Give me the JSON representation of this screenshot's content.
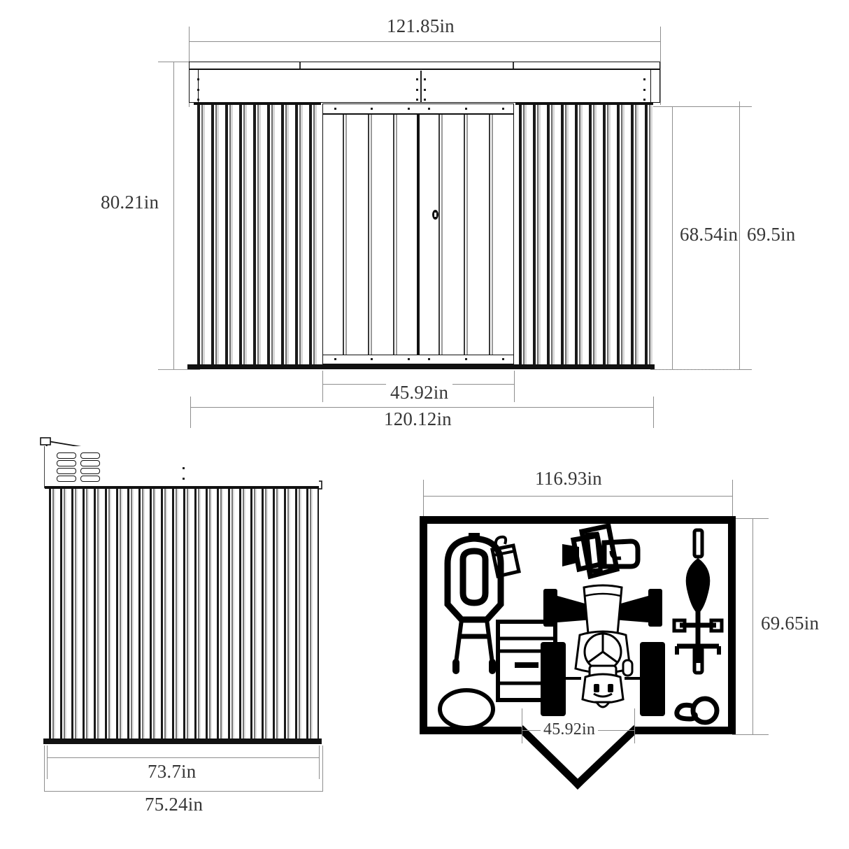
{
  "drawing": {
    "title": "Metal Storage Shed Dimension Drawing",
    "units": "in",
    "line_color": "#8e8e8e",
    "text_color": "#363636",
    "ink_color": "#111111"
  },
  "views": {
    "front_elevation": {
      "name": "front-elevation",
      "dimensions": {
        "roof_overall_width": "121.85in",
        "overall_height": "80.21in",
        "wall_height_right": "68.54in",
        "roof_height_right": "69.5in",
        "door_width": "45.92in",
        "base_width": "120.12in"
      },
      "features": {
        "door_leaves": 2,
        "door_handle": "latch-handle",
        "siding": "corrugated-metal"
      }
    },
    "side_elevation": {
      "name": "side-elevation",
      "dimensions": {
        "base_width": "73.7in",
        "overall_width": "75.24in"
      },
      "features": {
        "roof": "sloped-roof",
        "vent_columns": 2,
        "vents_per_column": 4,
        "siding": "corrugated-metal"
      }
    },
    "floor_plan": {
      "name": "floor-plan",
      "dimensions": {
        "interior_width": "116.93in",
        "interior_depth": "69.65in",
        "door_opening": "45.92in"
      },
      "contents": [
        {
          "id": "wheelbarrow",
          "label": "wheelbarrow-icon"
        },
        {
          "id": "gas-can",
          "label": "gas-can-icon"
        },
        {
          "id": "cabinet",
          "label": "tool-cabinet-icon"
        },
        {
          "id": "tire",
          "label": "tire-icon"
        },
        {
          "id": "lawn-trimmer",
          "label": "lawn-trimmer-icon"
        },
        {
          "id": "riding-mower",
          "label": "riding-mower-icon"
        },
        {
          "id": "bicycle",
          "label": "bicycle-icon"
        },
        {
          "id": "garden-hose",
          "label": "garden-hose-icon"
        }
      ],
      "features": {
        "door_swing": "double-door-open"
      }
    }
  },
  "labels": {
    "d_121_85": "121.85in",
    "d_80_21": "80.21in",
    "d_68_54": "68.54in",
    "d_69_5": "69.5in",
    "d_45_92_front": "45.92in",
    "d_120_12": "120.12in",
    "d_73_7": "73.7in",
    "d_75_24": "75.24in",
    "d_116_93": "116.93in",
    "d_69_65": "69.65in",
    "d_45_92_plan": "45.92in"
  }
}
